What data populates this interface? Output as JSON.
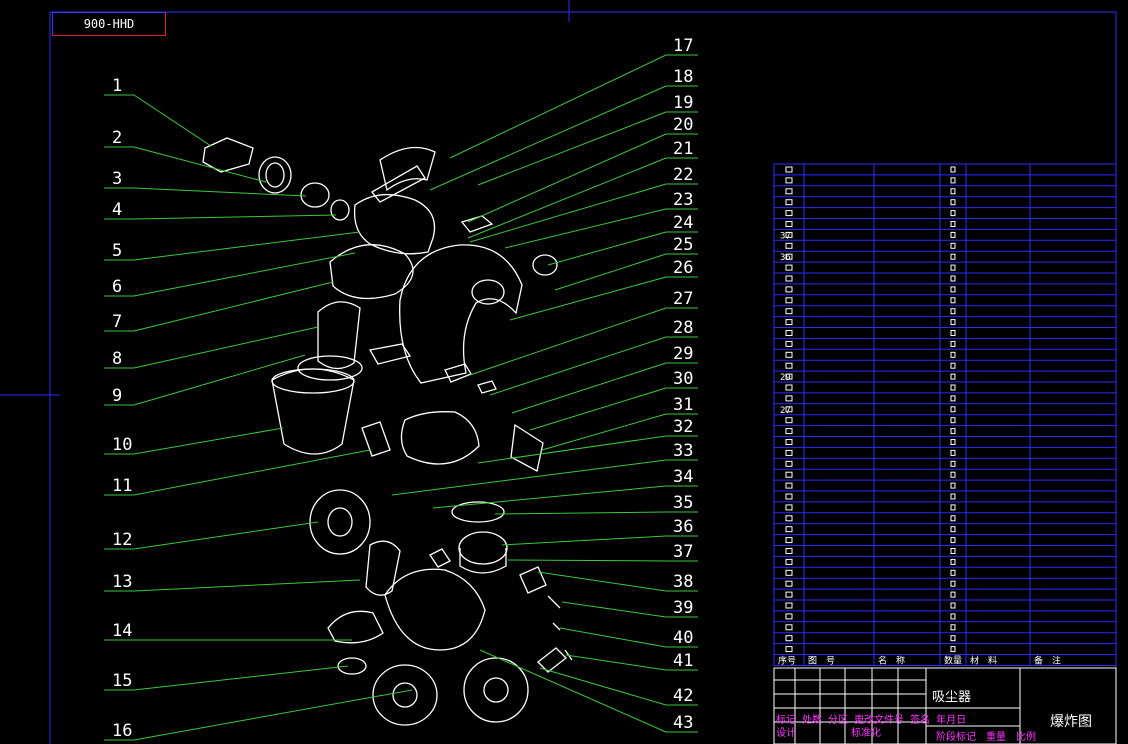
{
  "drawing_code": "900-HHD",
  "product_name": "吸尘器",
  "drawing_name": "爆炸图",
  "callouts": {
    "left": [
      "1",
      "2",
      "3",
      "4",
      "5",
      "6",
      "7",
      "8",
      "9",
      "10",
      "11",
      "12",
      "13",
      "14",
      "15",
      "16"
    ],
    "right": [
      "17",
      "18",
      "19",
      "20",
      "21",
      "22",
      "23",
      "24",
      "25",
      "26",
      "27",
      "28",
      "29",
      "30",
      "31",
      "32",
      "33",
      "34",
      "35",
      "36",
      "37",
      "38",
      "39",
      "40",
      "41",
      "42",
      "43"
    ]
  },
  "bom": {
    "header": [
      "序号",
      "图　号",
      "名　称",
      "数量",
      "材　料",
      "备　注"
    ],
    "row_marks": [
      "",
      "",
      "",
      "",
      "",
      "",
      "37",
      "",
      "36",
      "",
      "",
      "",
      "",
      "",
      "",
      "",
      "",
      "",
      "",
      "29",
      "",
      "",
      "27",
      "",
      "",
      "",
      "",
      "",
      "",
      "",
      "",
      "",
      "",
      "",
      "",
      "",
      "",
      "",
      "",
      "",
      "",
      "",
      "",
      "",
      ""
    ]
  },
  "title_block": {
    "row1": "标记 处数 分区 更改文件号 签名 年月日",
    "row2a": "设计",
    "row2b": "标准化",
    "row3": "阶段标记　重量　比例"
  },
  "colors": {
    "line": "#ffffff",
    "leader": "#3ac83a",
    "frame": "#2b2bff",
    "table_text": "#ff33ff",
    "accent": "#e0202a"
  }
}
